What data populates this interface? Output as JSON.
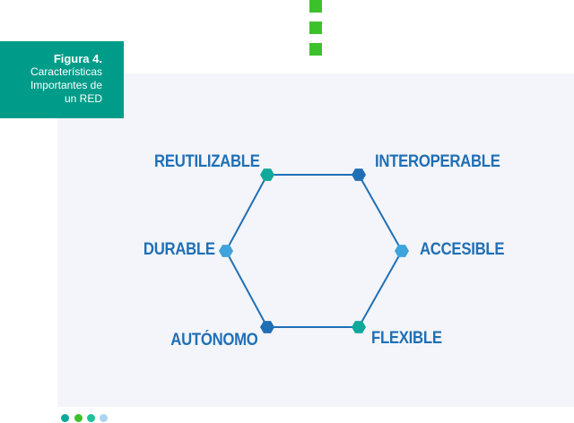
{
  "caption": {
    "title": "Figura 4.",
    "text_line1": "Características",
    "text_line2": "Importantes de",
    "text_line3": "un RED"
  },
  "diagram": {
    "type": "hexagon-cycle",
    "nodes": [
      {
        "label": "REUTILIZABLE",
        "color": "#0fa89a"
      },
      {
        "label": "INTEROPERABLE",
        "color": "#1f6fb5"
      },
      {
        "label": "ACCESIBLE",
        "color": "#3fa3dc"
      },
      {
        "label": "FLEXIBLE",
        "color": "#0fa89a"
      },
      {
        "label": "AUTÓNOMO",
        "color": "#1f6fb5"
      },
      {
        "label": "DURABLE",
        "color": "#3fa3dc"
      }
    ],
    "edge_color": "#1f6fb5",
    "label_color": "#1f6fb5"
  },
  "colors": {
    "caption_bg": "#009c8a",
    "panel_bg": "#f3f5fa",
    "accent_green": "#3cc12c"
  },
  "footer_dots": [
    "#0fa89a",
    "#3cc12c",
    "#1fc19a",
    "#a9d4f2"
  ]
}
